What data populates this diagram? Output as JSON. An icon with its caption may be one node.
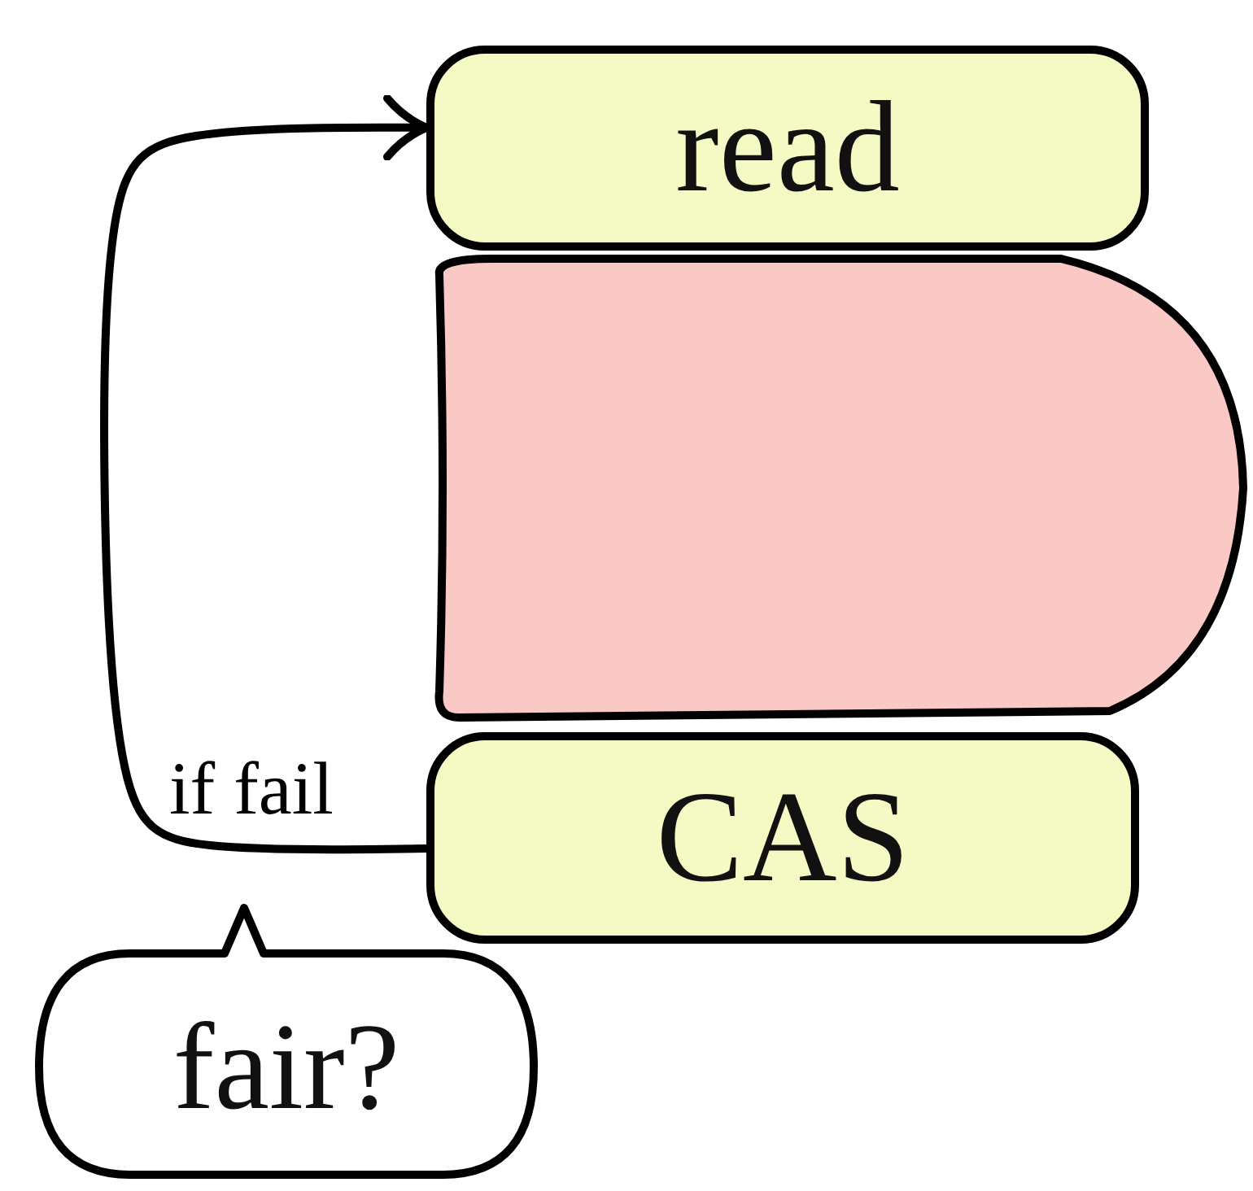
{
  "diagram": {
    "nodes": [
      {
        "text": [
          "read"
        ]
      },
      {
        "text": [],
        "shape": "box"
      },
      {
        "text": [
          "CAS"
        ]
      },
      {
        "text": [
          "fair?"
        ]
      }
    ],
    "edges": [
      {
        "from": 2,
        "to": 0,
        "arrow": "to",
        "label": "if fail"
      }
    ]
  }
}
